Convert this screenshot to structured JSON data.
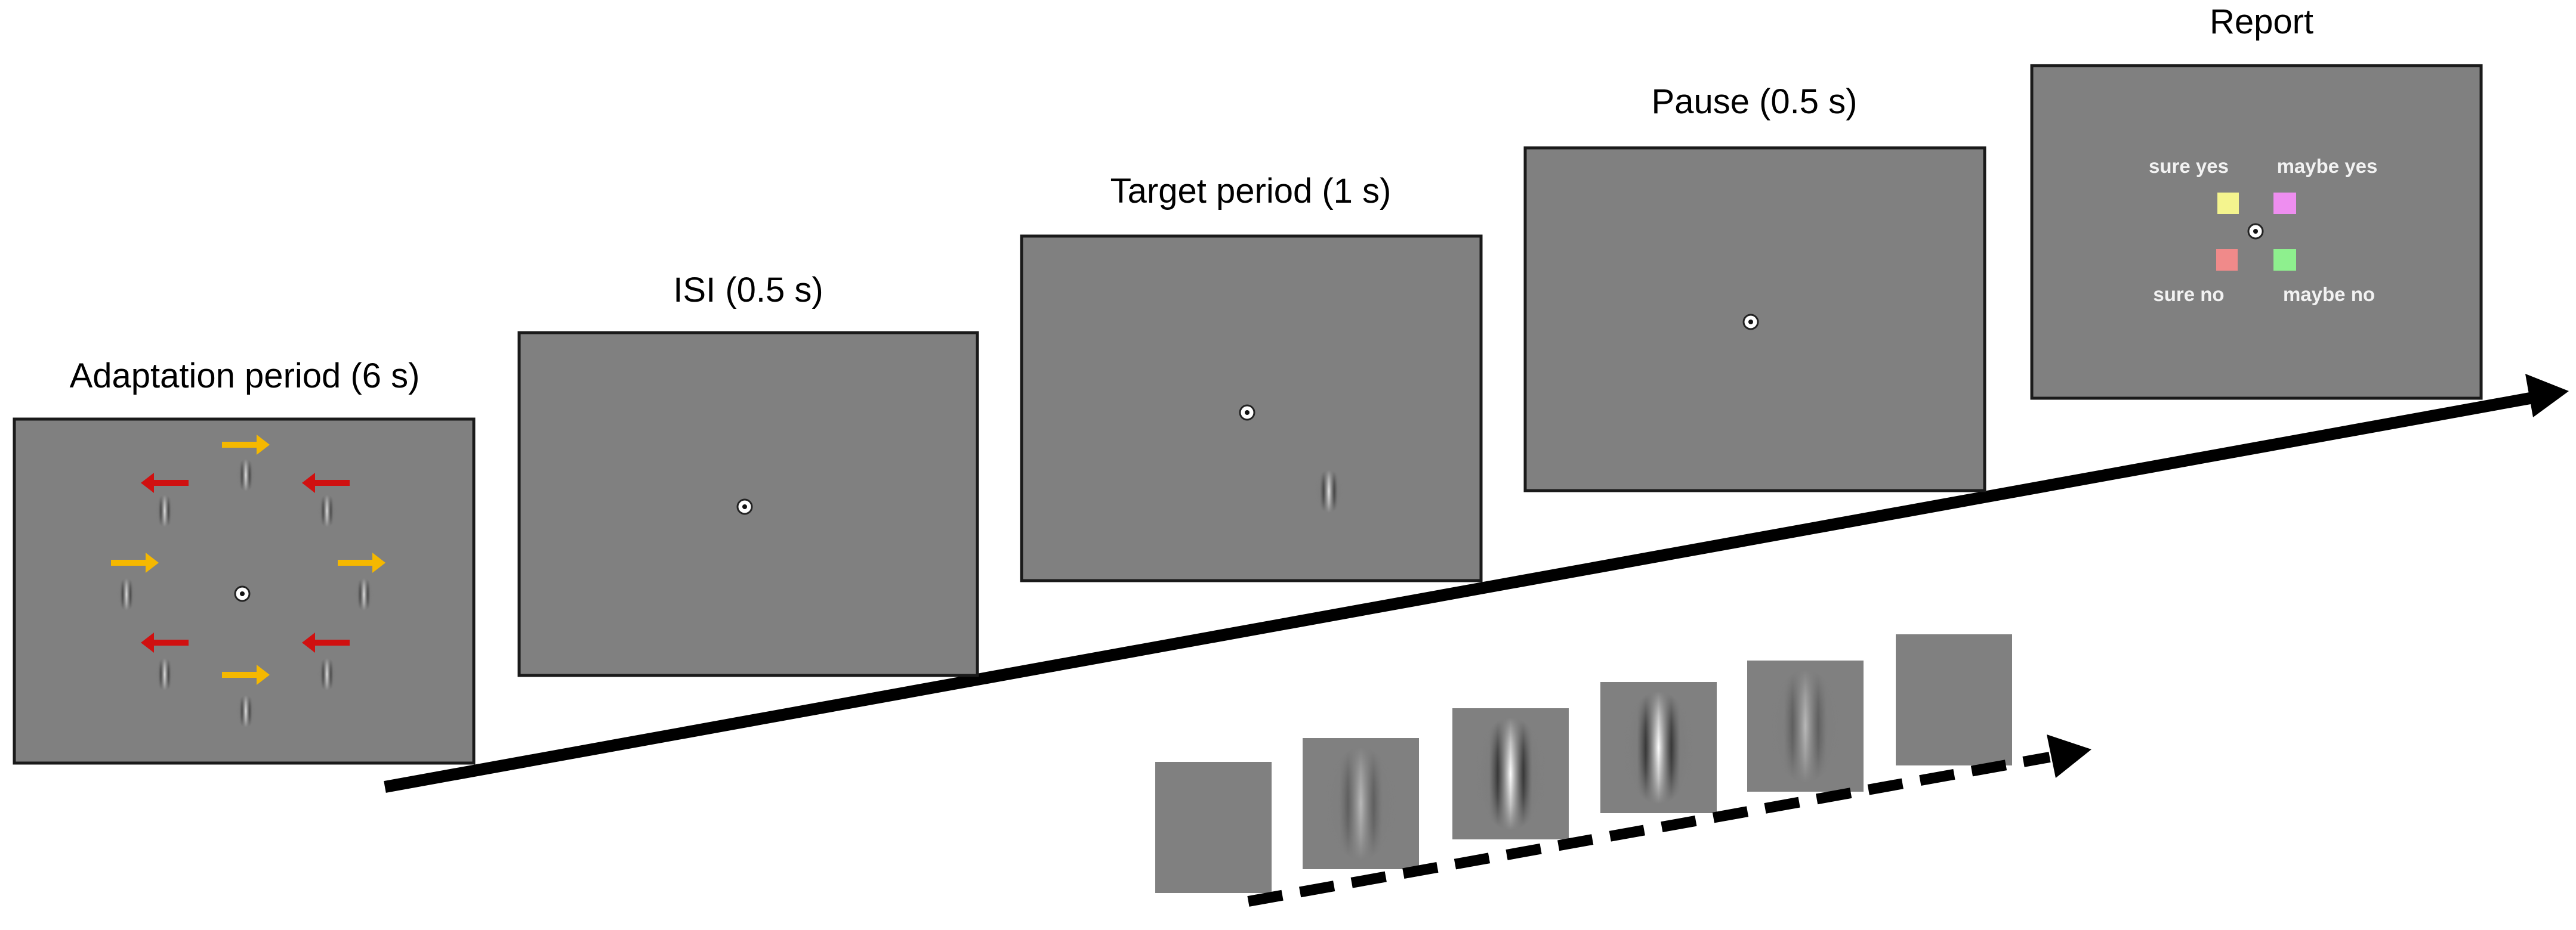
{
  "panels": [
    {
      "title": "Adaptation period (6 s)"
    },
    {
      "title": "ISI (0.5 s)"
    },
    {
      "title": "Target period (1 s)"
    },
    {
      "title": "Pause (0.5 s)"
    },
    {
      "title": "Report"
    }
  ],
  "report": {
    "options": [
      {
        "label": "sure yes",
        "color": "#f4f48e"
      },
      {
        "label": "maybe yes",
        "color": "#ee8ef0"
      },
      {
        "label": "sure no",
        "color": "#f08a8a"
      },
      {
        "label": "maybe no",
        "color": "#8ef08e"
      }
    ]
  },
  "colors": {
    "screen": "#808080",
    "arrow_yellow": "#f5b800",
    "arrow_red": "#d01010"
  },
  "target_contrast_frames": [
    0,
    0.45,
    1.0,
    1.0,
    0.45,
    0
  ]
}
